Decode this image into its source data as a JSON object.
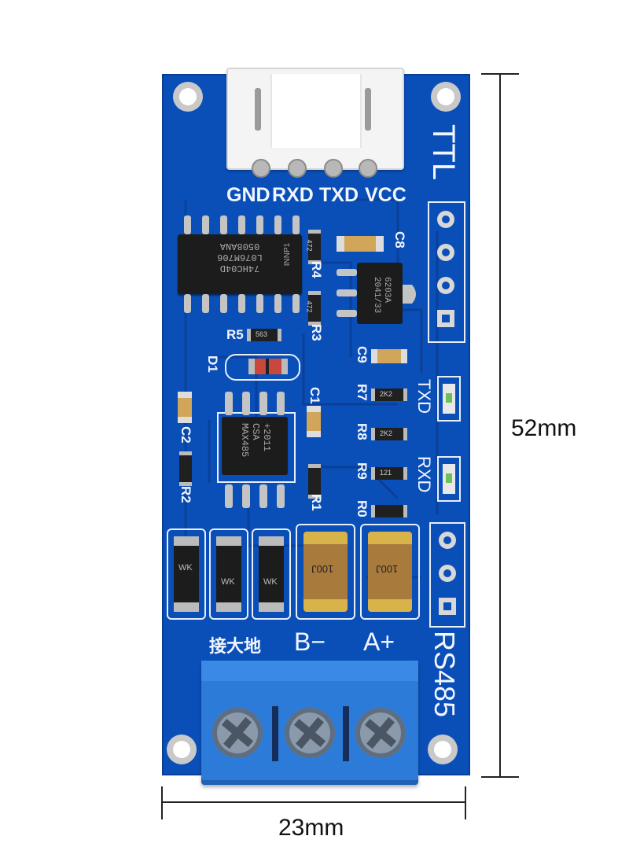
{
  "image": {
    "subject": "RS485 to TTL converter module photo with dimension annotations",
    "board_color": "#0a4fb8",
    "terminal_color": "#2d7bd8"
  },
  "connector_labels": {
    "gnd": "GND",
    "rxd": "RXD",
    "txd": "TXD",
    "vcc": "VCC"
  },
  "side_labels": {
    "ttl": "TTL",
    "rs485": "RS485",
    "txd_led": "TXD",
    "rxd_led": "RXD"
  },
  "component_labels": {
    "c8": "C8",
    "r4": "R4",
    "r3": "R3",
    "r5": "R5",
    "c9": "C9",
    "d1": "D1",
    "r7": "R7",
    "c1": "C1",
    "c2": "C2",
    "r8": "R8",
    "r9": "R9",
    "r2": "R2",
    "r1": "R1",
    "r0": "R0"
  },
  "chip_text": {
    "u1_line1": "74HC04D",
    "u1_line2": "L076M706",
    "u1_line3": "0508ANA",
    "u1_brand": "INNP1",
    "reg_line1": "6203A",
    "reg_line2": "2041/33",
    "max_line1": "MAX485",
    "max_line2": "CSA",
    "max_line3": "+2011",
    "res_472": "472",
    "res_563": "563",
    "res_2k2": "2K2",
    "res_121": "121",
    "tvs_mark": "WK",
    "fuse_mark": "100J"
  },
  "terminal_labels": {
    "ground": "接大地",
    "b_minus": "B−",
    "a_plus": "A+"
  },
  "dimensions": {
    "height": "52mm",
    "width": "23mm"
  }
}
